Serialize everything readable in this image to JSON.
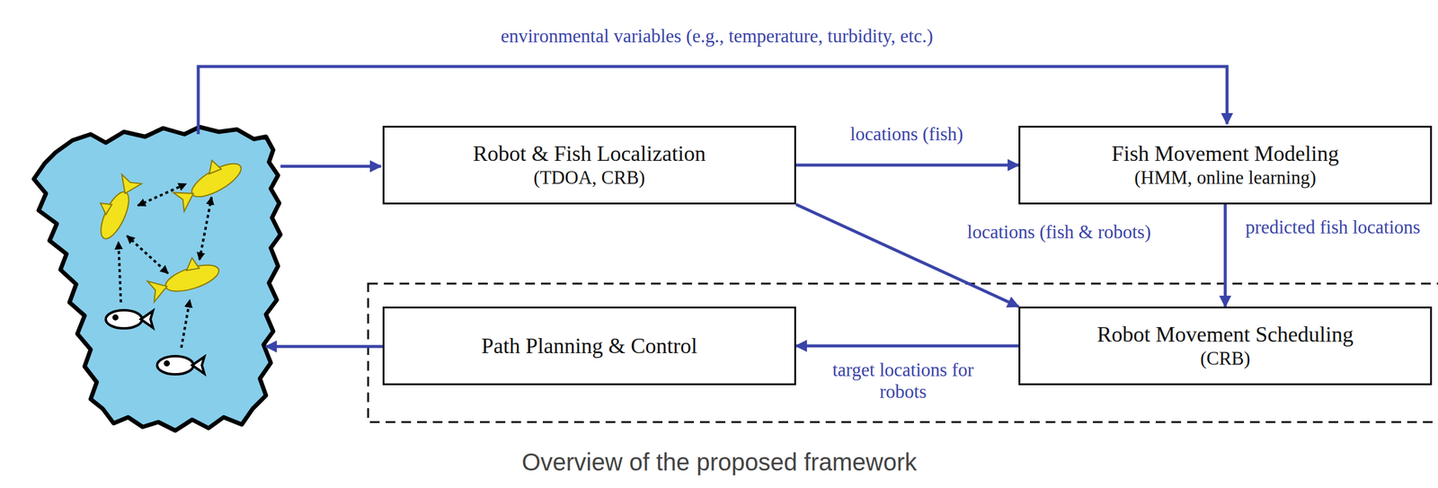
{
  "diagram": {
    "caption": "Overview of the proposed framework",
    "nodes": [
      {
        "text": [
          "Robot & Fish Localization",
          "(TDOA, CRB)"
        ]
      },
      {
        "text": [
          "Fish Movement Modeling",
          "(HMM, online learning)"
        ]
      },
      {
        "text": [
          "Robot Movement Scheduling",
          "(CRB)"
        ]
      },
      {
        "text": [
          "Path Planning & Control"
        ]
      }
    ],
    "edges": [
      {
        "from": 0,
        "to": 1,
        "label": "locations (fish)",
        "arrow": "to"
      },
      {
        "from": 0,
        "to": 2,
        "label": "locations (fish & robots)",
        "arrow": "to"
      },
      {
        "from": 1,
        "to": 2,
        "label": "predicted fish locations",
        "arrow": "to"
      },
      {
        "from": 2,
        "to": 3,
        "label": "target locations for robots",
        "arrow": "to"
      }
    ],
    "labels": [
      "environmental variables (e.g., temperature, turbidity, etc.)"
    ]
  }
}
